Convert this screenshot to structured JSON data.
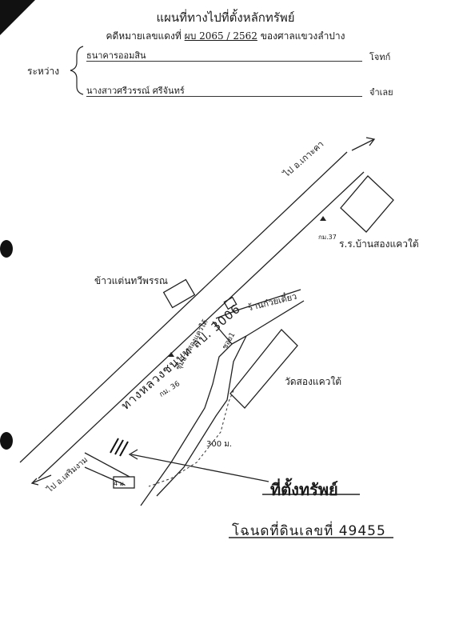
{
  "header": {
    "title": "แผนที่ทางไปที่ตั้งหลักทรัพย์",
    "case_prefix": "คดีหมายเลขแดงที่",
    "case_number": "ผบ 2065 / 2562",
    "court": "ของศาลแขวงลำปาง",
    "between_label": "ระหว่าง",
    "plaintiff_name": "ธนาคารออมสิน",
    "plaintiff_role": "โจทก์",
    "defendant_name": "นางสาวศรีวรรณ์ ศรีจันทร์",
    "defendant_role": "จำเลย"
  },
  "map": {
    "to_north": "ไป อ.เกาะคา",
    "to_south": "ไป อ.เสริมงาม",
    "main_road": "ทางหลวงชนบท ลป. 3006",
    "km37": "กม.37",
    "km36": "กม. 36",
    "school": "ร.ร.บ้านสองแควใต้",
    "rice_shop": "ข้าวแต่นทวีพรรณ",
    "noodle_shop": "ร้านก๋วยเตี๋ยว",
    "soi_label": "ซอย1",
    "bus_stop": "ซุ้มป้ายสองแควใต้",
    "temple": "วัดสองแควใต้",
    "distance": "300 ม.",
    "width": "4 ม.",
    "property_location": "ที่ตั้งทรัพย์",
    "deed_number": "โฉนดที่ดินเลขที่ 49455"
  }
}
